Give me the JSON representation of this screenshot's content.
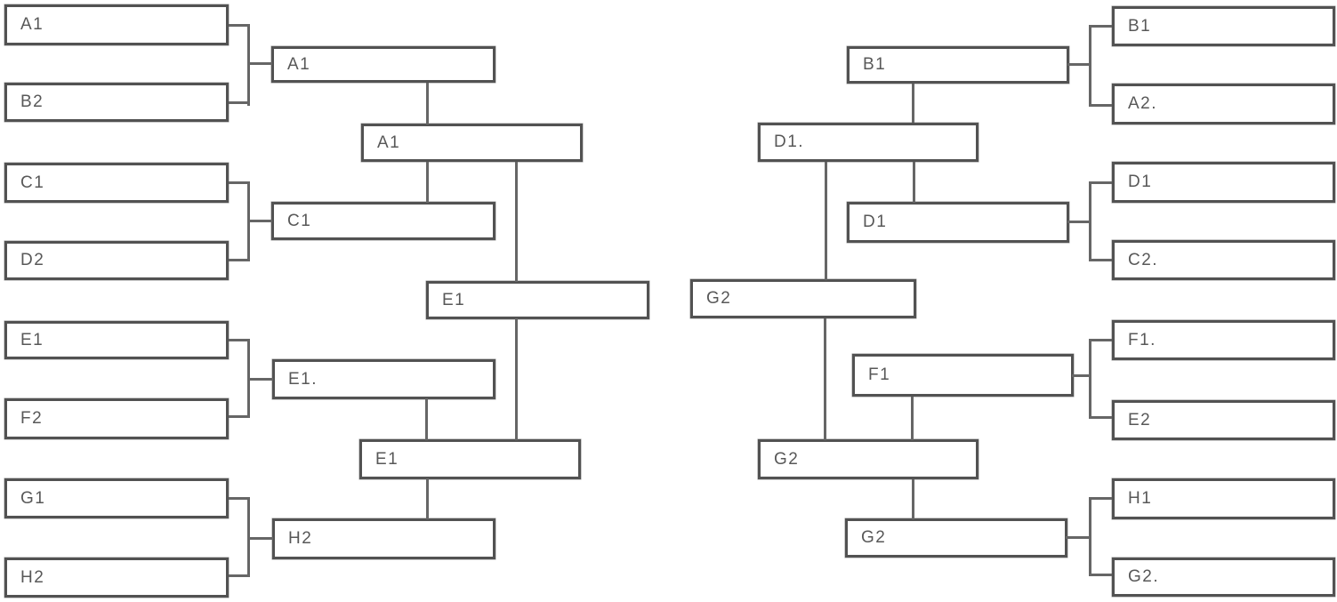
{
  "diagram_type": "tournament-bracket",
  "colors": {
    "box_border": "#525252",
    "connector": "#666666",
    "label_text": "#585858",
    "background": "#ffffff"
  },
  "bracket": {
    "left": {
      "round1": [
        "A1",
        "B2",
        "C1",
        "D2",
        "E1",
        "F2",
        "G1",
        "H2"
      ],
      "round2": [
        "A1",
        "C1",
        "E1.",
        "H2"
      ],
      "semifinal": [
        "A1",
        "E1"
      ],
      "champion": "E1"
    },
    "right": {
      "round1": [
        "B1",
        "A2.",
        "D1",
        "C2.",
        "F1.",
        "E2",
        "H1",
        "G2."
      ],
      "round2": [
        "B1",
        "D1",
        "F1",
        "G2"
      ],
      "semifinal": [
        "D1.",
        "G2"
      ],
      "champion": "G2"
    }
  }
}
